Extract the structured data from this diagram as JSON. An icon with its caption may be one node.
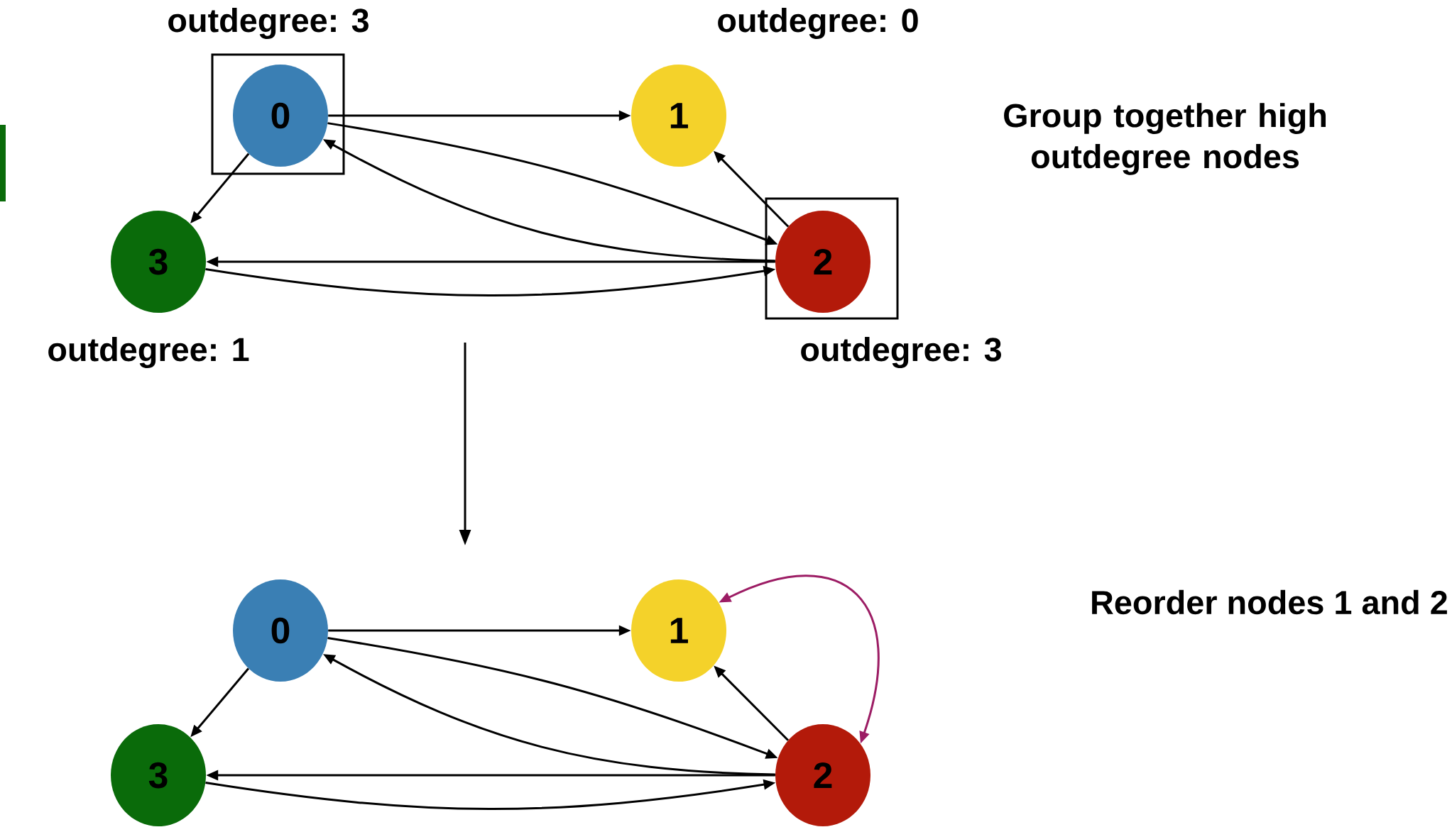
{
  "diagram": {
    "nodes": [
      {
        "text": [
          "0"
        ],
        "beside": [
          "outdegree: 3"
        ]
      },
      {
        "text": [
          "1"
        ],
        "beside": [
          "outdegree: 0"
        ]
      },
      {
        "text": [
          "2"
        ],
        "beside": [
          "outdegree: 3"
        ]
      },
      {
        "text": [
          "3"
        ],
        "beside": [
          "outdegree: 1"
        ]
      },
      {
        "text": [
          "0"
        ]
      },
      {
        "text": [
          "1"
        ]
      },
      {
        "text": [
          "2"
        ]
      },
      {
        "text": [
          "3"
        ]
      }
    ],
    "edges": [
      {
        "from": 0,
        "to": 1,
        "arrow": "to"
      },
      {
        "from": 0,
        "to": 2,
        "arrow": "to"
      },
      {
        "from": 2,
        "to": 0,
        "arrow": "to"
      },
      {
        "from": 0,
        "to": 3,
        "arrow": "to"
      },
      {
        "from": 2,
        "to": 1,
        "arrow": "to"
      },
      {
        "from": 2,
        "to": 3,
        "arrow": "to"
      },
      {
        "from": 3,
        "to": 2,
        "arrow": "to"
      },
      {
        "from": 4,
        "to": 5,
        "arrow": "to"
      },
      {
        "from": 4,
        "to": 6,
        "arrow": "to"
      },
      {
        "from": 6,
        "to": 4,
        "arrow": "to"
      },
      {
        "from": 4,
        "to": 7,
        "arrow": "to"
      },
      {
        "from": 6,
        "to": 5,
        "arrow": "to"
      },
      {
        "from": 6,
        "to": 7,
        "arrow": "to"
      },
      {
        "from": 7,
        "to": 6,
        "arrow": "to"
      },
      {
        "from": 5,
        "to": 6,
        "arrow": "both",
        "color": "#9c1c64"
      }
    ],
    "labels": [
      "Group together high outdegree nodes",
      "Reorder nodes 1 and 2"
    ]
  }
}
